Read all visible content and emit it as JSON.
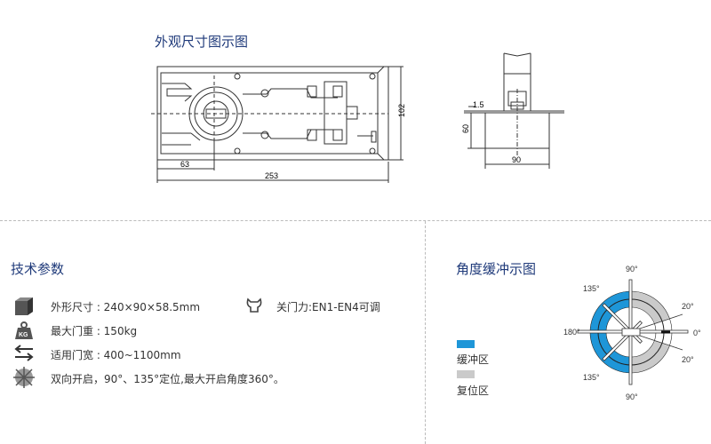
{
  "dimension_section": {
    "title": "外观尺寸图示图",
    "dims": {
      "width": "253",
      "offset": "63",
      "height": "102",
      "side_thickness": "1.5",
      "side_height": "60",
      "side_width": "90"
    }
  },
  "specs_section": {
    "title": "技术参数",
    "items": [
      {
        "icon": "cube-icon",
        "text": "外形尺寸 : 240×90×58.5mm"
      },
      {
        "icon": "weight-kg-icon",
        "text": "最大门重 : 150kg"
      },
      {
        "icon": "arrows-icon",
        "text": "适用门宽 : 400~1100mm"
      },
      {
        "icon": "rotation-icon",
        "text": "双向开启，90°、135°定位,最大开启角度360°。"
      },
      {
        "icon": "wrench-icon",
        "text": "关门力:EN1-EN4可调"
      }
    ]
  },
  "angle_section": {
    "title": "角度缓冲示图",
    "labels": {
      "top": "90°",
      "bottom": "90°",
      "left": "180°",
      "right": "0°",
      "ul": "135°",
      "ll": "135°",
      "ur": "20°",
      "lr": "20°"
    },
    "legend": [
      {
        "label": "缓冲区",
        "color": "#1e96d8"
      },
      {
        "label": "复位区",
        "color": "#cacaca"
      }
    ]
  }
}
